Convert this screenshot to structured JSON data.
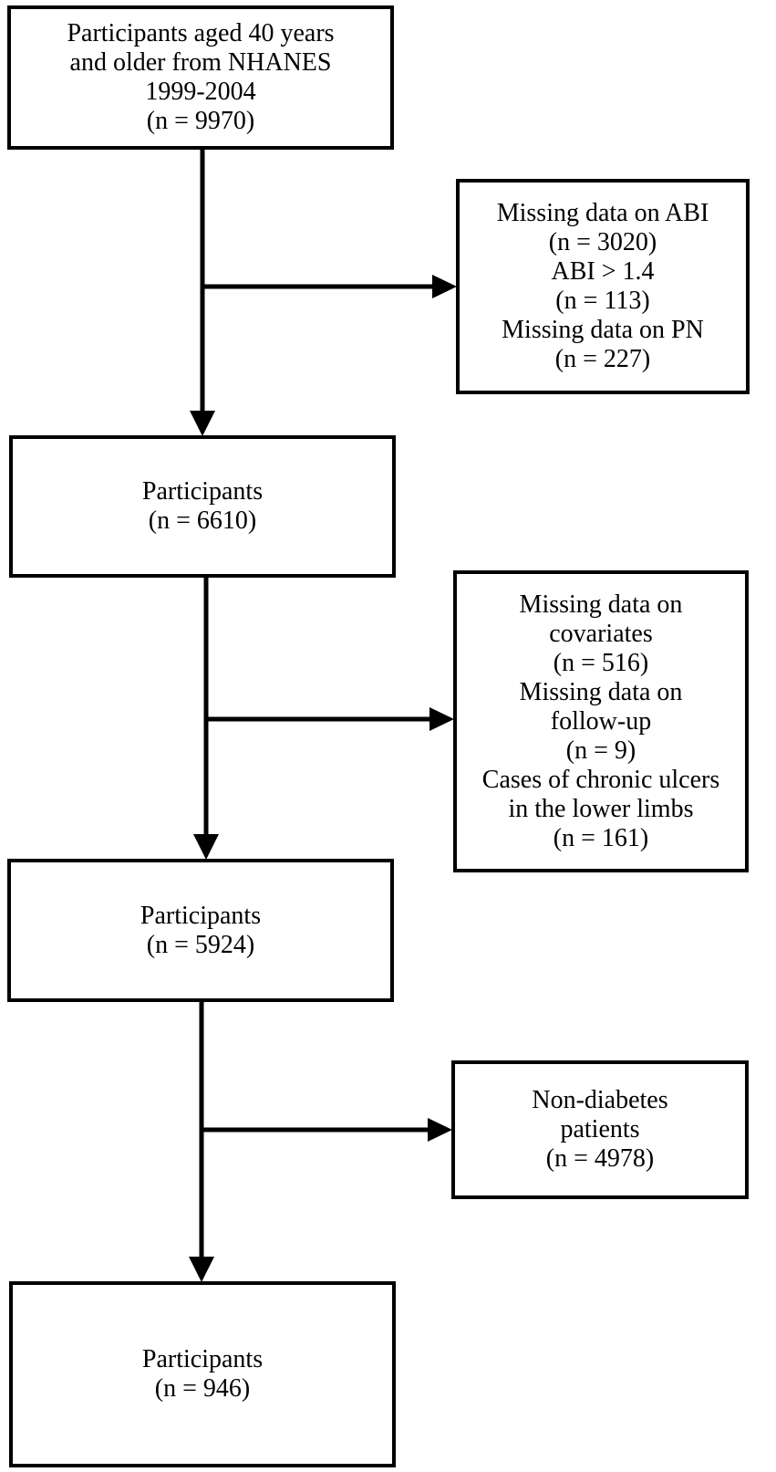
{
  "flowchart": {
    "start": {
      "lines": [
        "Participants aged 40 years",
        "and older from NHANES",
        "1999-2004",
        "(n = 9970)"
      ]
    },
    "exclusion_1": {
      "lines": [
        "Missing data on ABI",
        "(n = 3020)",
        "ABI > 1.4",
        "(n = 113)",
        "Missing data on PN",
        "(n = 227)"
      ]
    },
    "step_2": {
      "lines": [
        "Participants",
        "(n = 6610)"
      ]
    },
    "exclusion_2": {
      "lines": [
        "Missing data on",
        "covariates",
        "(n = 516)",
        "Missing data on",
        "follow-up",
        "(n = 9)",
        "Cases of chronic ulcers",
        "in the lower limbs",
        "(n = 161)"
      ]
    },
    "step_3": {
      "lines": [
        "Participants",
        "(n = 5924)"
      ]
    },
    "exclusion_3": {
      "lines": [
        "Non-diabetes",
        "patients",
        "(n = 4978)"
      ]
    },
    "final": {
      "lines": [
        "Participants",
        "(n = 946)"
      ]
    }
  }
}
